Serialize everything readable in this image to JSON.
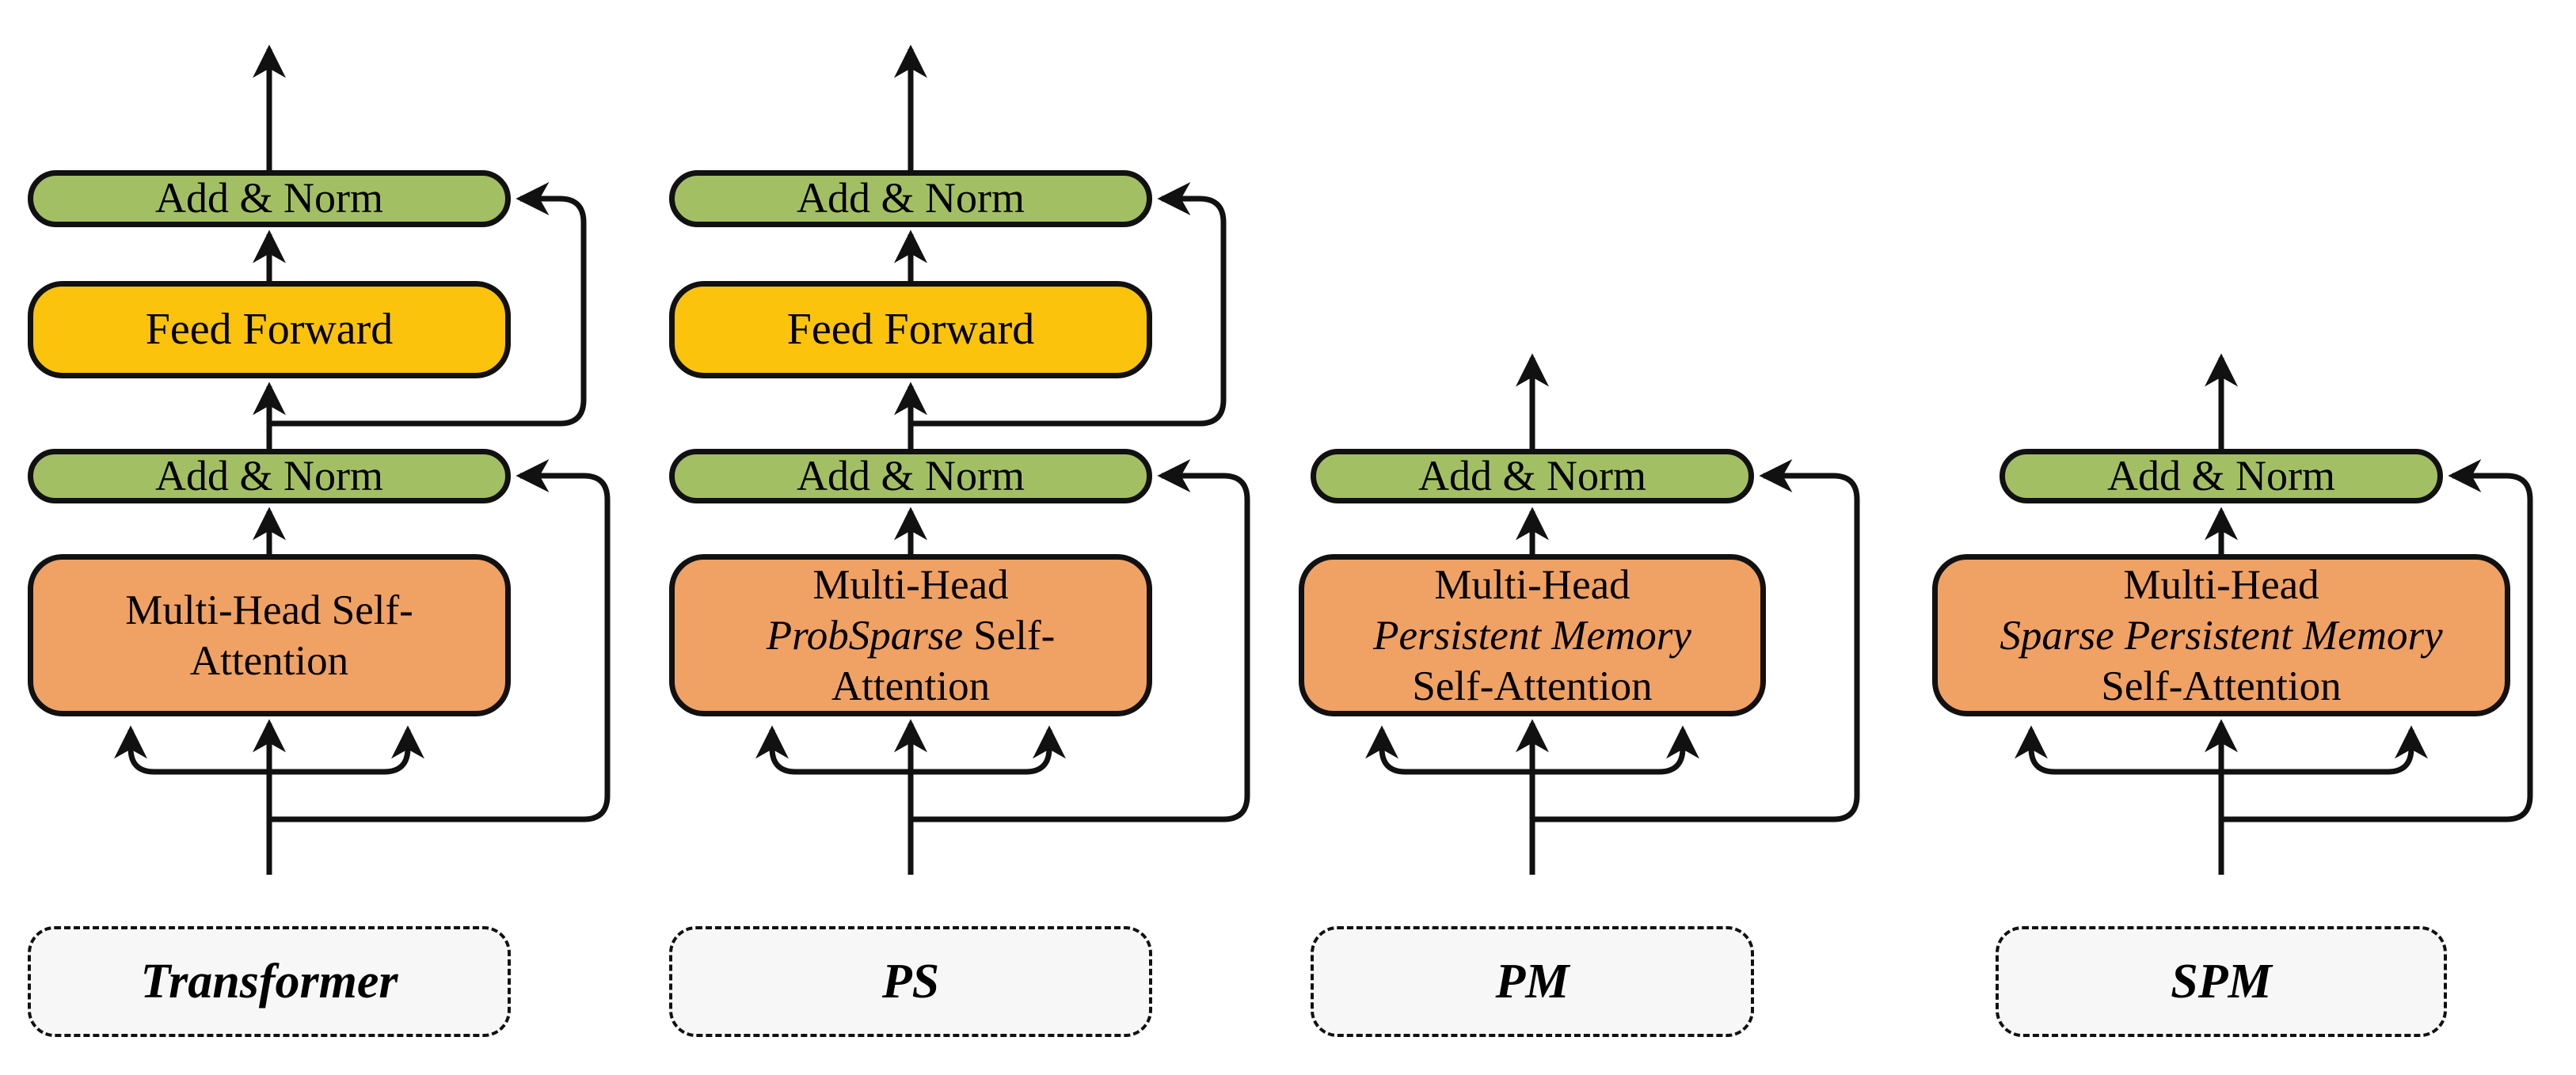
{
  "title": "Attention module variants diagram",
  "colors": {
    "line": "#111111",
    "green": "#a3bf63",
    "yellow": "#fcc30d",
    "orange": "#f0a164",
    "labelbg": "#f7f7f7"
  },
  "columns": [
    {
      "id": "transformer",
      "label": "Transformer",
      "add_norm_top": "Add & Norm",
      "feed_forward": "Feed Forward",
      "add_norm": "Add & Norm",
      "attention": {
        "line1": "Multi-Head Self-",
        "line2_italic": "",
        "line2_rest": "",
        "line3": "Attention"
      }
    },
    {
      "id": "ps",
      "label": "PS",
      "add_norm_top": "Add & Norm",
      "feed_forward": "Feed Forward",
      "add_norm": "Add & Norm",
      "attention": {
        "line1": "Multi-Head",
        "line2_italic": "ProbSparse",
        "line2_rest": " Self-",
        "line3": "Attention"
      }
    },
    {
      "id": "pm",
      "label": "PM",
      "add_norm": "Add & Norm",
      "attention": {
        "line1": "Multi-Head",
        "line2_italic": "Persistent Memory",
        "line2_rest": "",
        "line3": "Self-Attention"
      }
    },
    {
      "id": "spm",
      "label": "SPM",
      "add_norm": "Add & Norm",
      "attention": {
        "line1": "Multi-Head",
        "line2_italic": "Sparse Persistent Memory",
        "line2_rest": "",
        "line3": "Self-Attention"
      }
    }
  ]
}
